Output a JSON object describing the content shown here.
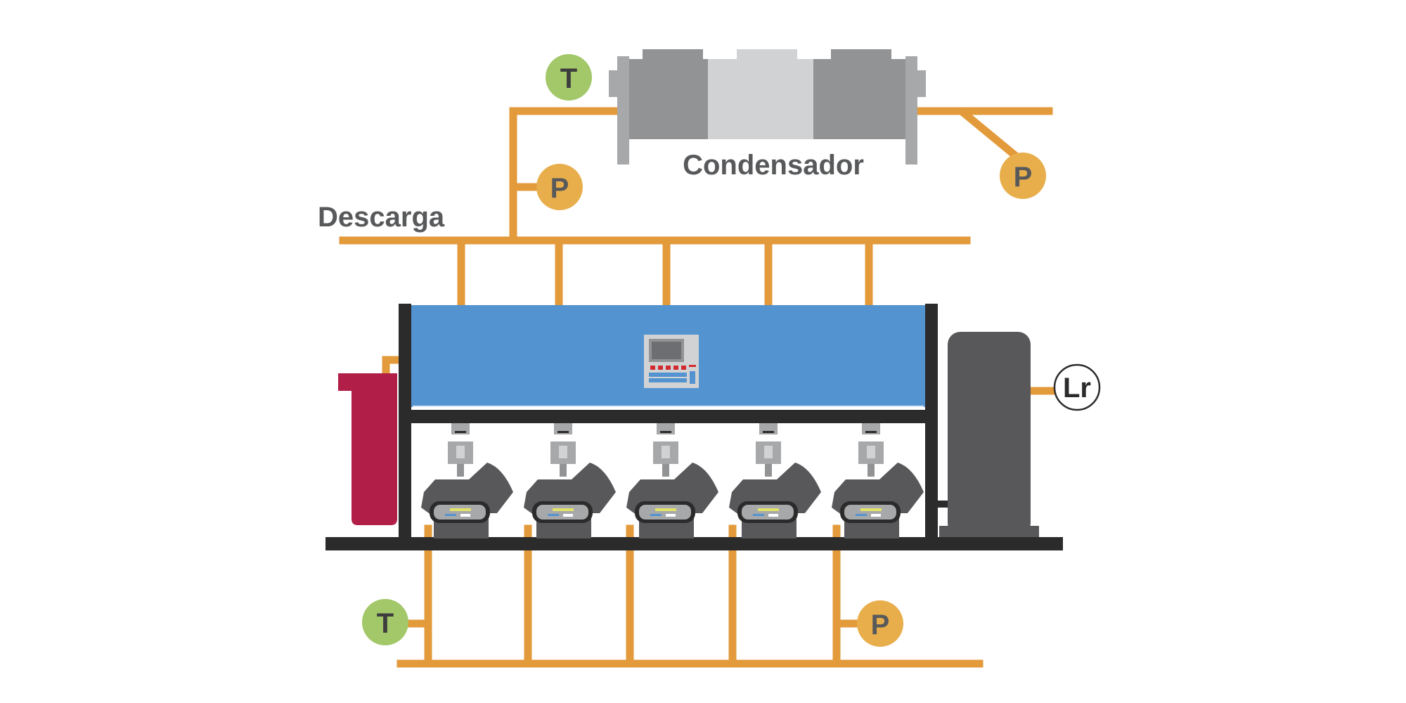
{
  "labels": {
    "condenser": "Condensador",
    "discharge": "Descarga"
  },
  "gauges": {
    "temperature": "T",
    "pressure": "P",
    "liquid_receiver": "Lr"
  },
  "compressor_count": 5,
  "colors": {
    "pipe": "#e39a3b",
    "frame": "#2b2b2b",
    "tank": "#5393cf",
    "oil_separator": "#b11f48",
    "receiver": "#58585b",
    "compressor_body": "#58585b",
    "compressor_head": "#a7a8aa",
    "gauge_temperature": "#a3c86a",
    "gauge_pressure": "#e8ae4c",
    "condenser_dark": "#919395",
    "condenser_light": "#d1d2d4",
    "label_text": "#58595b"
  }
}
